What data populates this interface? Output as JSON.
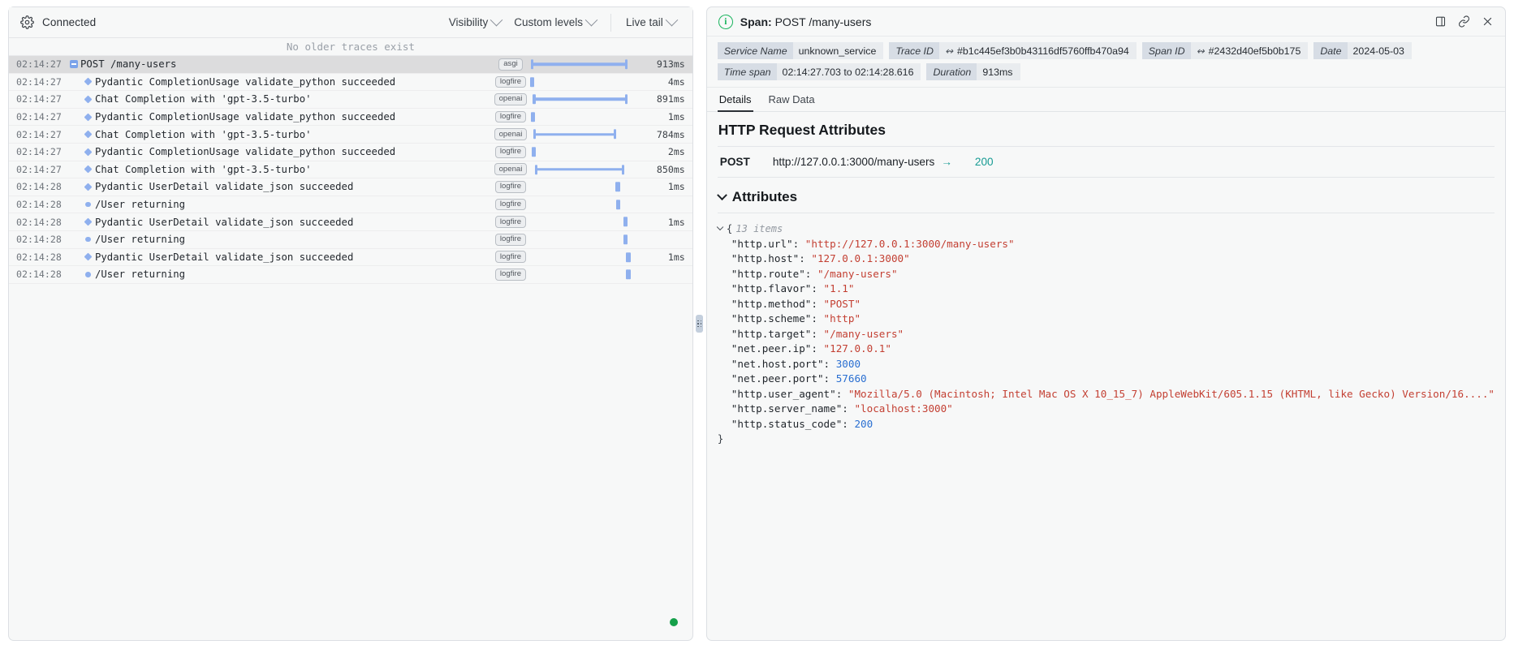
{
  "left": {
    "toolbar": {
      "gear_icon": "gear-icon",
      "connection_status": "Connected",
      "visibility_label": "Visibility",
      "custom_levels_label": "Custom levels",
      "live_tail_label": "Live tail"
    },
    "no_older_traces": "No older traces exist",
    "rows": [
      {
        "time": "02:14:27",
        "label": "POST /many-users",
        "badge": "asgi",
        "duration": "913ms",
        "marker": "toggle",
        "depth": 0,
        "bar_left_pct": 0.5,
        "bar_width_pct": 93.5,
        "selected": true
      },
      {
        "time": "02:14:27",
        "label": "Pydantic CompletionUsage validate_python succeeded",
        "badge": "logfire",
        "duration": "4ms",
        "marker": "diamond",
        "depth": 1,
        "bar_left_pct": 1.6,
        "bar_width_pct": 0.9,
        "selected": false
      },
      {
        "time": "02:14:27",
        "label": "Chat Completion with 'gpt-3.5-turbo'",
        "badge": "openai",
        "duration": "891ms",
        "marker": "diamond",
        "depth": 1,
        "bar_left_pct": 2.6,
        "bar_width_pct": 91.2,
        "selected": false
      },
      {
        "time": "02:14:27",
        "label": "Pydantic CompletionUsage validate_python succeeded",
        "badge": "logfire",
        "duration": "1ms",
        "marker": "diamond",
        "depth": 1,
        "bar_left_pct": 2.3,
        "bar_width_pct": 0.9,
        "selected": false
      },
      {
        "time": "02:14:27",
        "label": "Chat Completion with 'gpt-3.5-turbo'",
        "badge": "openai",
        "duration": "784ms",
        "marker": "diamond",
        "depth": 1,
        "bar_left_pct": 3.0,
        "bar_width_pct": 79.8,
        "selected": false
      },
      {
        "time": "02:14:27",
        "label": "Pydantic CompletionUsage validate_python succeeded",
        "badge": "logfire",
        "duration": "2ms",
        "marker": "diamond",
        "depth": 1,
        "bar_left_pct": 3.1,
        "bar_width_pct": 1.0,
        "selected": false
      },
      {
        "time": "02:14:27",
        "label": "Chat Completion with 'gpt-3.5-turbo'",
        "badge": "openai",
        "duration": "850ms",
        "marker": "diamond",
        "depth": 1,
        "bar_left_pct": 4.5,
        "bar_width_pct": 86.5,
        "selected": false
      },
      {
        "time": "02:14:28",
        "label": "Pydantic UserDetail validate_json succeeded",
        "badge": "logfire",
        "duration": "1ms",
        "marker": "diamond",
        "depth": 1,
        "bar_left_pct": 84.0,
        "bar_width_pct": 0.9,
        "selected": false
      },
      {
        "time": "02:14:28",
        "label": "/User returning",
        "badge": "logfire",
        "duration": "",
        "marker": "circle",
        "depth": 1,
        "bar_left_pct": 84.2,
        "bar_width_pct": 1.0,
        "selected": false
      },
      {
        "time": "02:14:28",
        "label": "Pydantic UserDetail validate_json succeeded",
        "badge": "logfire",
        "duration": "1ms",
        "marker": "diamond",
        "depth": 1,
        "bar_left_pct": 91.6,
        "bar_width_pct": 0.9,
        "selected": false
      },
      {
        "time": "02:14:28",
        "label": "/User returning",
        "badge": "logfire",
        "duration": "",
        "marker": "circle",
        "depth": 1,
        "bar_left_pct": 91.6,
        "bar_width_pct": 0.9,
        "selected": false
      },
      {
        "time": "02:14:28",
        "label": "Pydantic UserDetail validate_json succeeded",
        "badge": "logfire",
        "duration": "1ms",
        "marker": "diamond",
        "depth": 1,
        "bar_left_pct": 94.2,
        "bar_width_pct": 0.8,
        "selected": false
      },
      {
        "time": "02:14:28",
        "label": "/User returning",
        "badge": "logfire",
        "duration": "",
        "marker": "circle",
        "depth": 1,
        "bar_left_pct": 94.4,
        "bar_width_pct": 0.8,
        "selected": false
      }
    ],
    "status_dot_color": "#15a04a"
  },
  "right": {
    "header": {
      "info_glyph": "i",
      "title_prefix": "Span:",
      "title_value": "POST /many-users"
    },
    "meta": {
      "service_name_key": "Service Name",
      "service_name_value": "unknown_service",
      "trace_id_key": "Trace ID",
      "trace_id_value": "#b1c445ef3b0b43116df5760ffb470a94",
      "span_id_key": "Span ID",
      "span_id_value": "#2432d40ef5b0b175",
      "date_key": "Date",
      "date_value": "2024-05-03",
      "time_span_key": "Time span",
      "time_span_value": "02:14:27.703 to 02:14:28.616",
      "duration_key": "Duration",
      "duration_value": "913ms",
      "link_glyph": "↭"
    },
    "tabs": [
      {
        "label": "Details",
        "active": true
      },
      {
        "label": "Raw Data",
        "active": false
      }
    ],
    "http_section": {
      "title": "HTTP Request Attributes",
      "method": "POST",
      "url": "http://127.0.0.1:3000/many-users",
      "arrow": "→",
      "status": "200",
      "accent_color": "#179b93"
    },
    "attributes": {
      "title": "Attributes",
      "items_count": "13 items",
      "open_brace": "{",
      "close_brace": "}",
      "entries": [
        {
          "key": "\"http.url\"",
          "value": "\"http://127.0.0.1:3000/many-users\"",
          "type": "string"
        },
        {
          "key": "\"http.host\"",
          "value": "\"127.0.0.1:3000\"",
          "type": "string"
        },
        {
          "key": "\"http.route\"",
          "value": "\"/many-users\"",
          "type": "string"
        },
        {
          "key": "\"http.flavor\"",
          "value": "\"1.1\"",
          "type": "string"
        },
        {
          "key": "\"http.method\"",
          "value": "\"POST\"",
          "type": "string"
        },
        {
          "key": "\"http.scheme\"",
          "value": "\"http\"",
          "type": "string"
        },
        {
          "key": "\"http.target\"",
          "value": "\"/many-users\"",
          "type": "string"
        },
        {
          "key": "\"net.peer.ip\"",
          "value": "\"127.0.0.1\"",
          "type": "string"
        },
        {
          "key": "\"net.host.port\"",
          "value": "3000",
          "type": "number"
        },
        {
          "key": "\"net.peer.port\"",
          "value": "57660",
          "type": "number"
        },
        {
          "key": "\"http.user_agent\"",
          "value": "\"Mozilla/5.0 (Macintosh; Intel Mac OS X 10_15_7) AppleWebKit/605.1.15 (KHTML, like Gecko) Version/16....\"",
          "type": "string"
        },
        {
          "key": "\"http.server_name\"",
          "value": "\"localhost:3000\"",
          "type": "string"
        },
        {
          "key": "\"http.status_code\"",
          "value": "200",
          "type": "number"
        }
      ]
    }
  }
}
